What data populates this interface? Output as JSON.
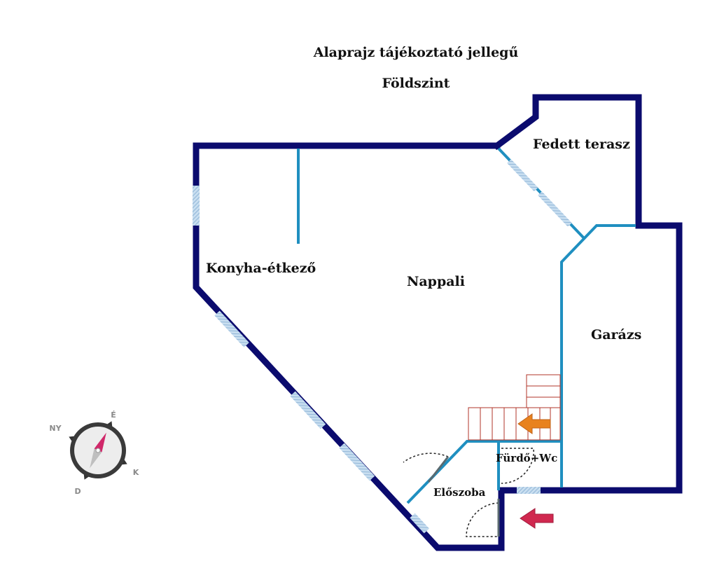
{
  "title": "Alaprajz tájékoztató jellegű",
  "subtitle": "Földszint",
  "rooms": {
    "terrace": "Fedett terasz",
    "kitchen": "Konyha-étkező",
    "living": "Nappali",
    "garage": "Garázs",
    "bathroom": "Fürdő+Wc",
    "hall": "Előszoba"
  },
  "compass": {
    "north": "É",
    "south": "D",
    "east": "K",
    "west": "NY"
  },
  "colors": {
    "outer_wall": "#0b0b6e",
    "inner_wall": "#1f8fc0",
    "window": "#a9cbe6",
    "stairs": "#b0342a",
    "arrow_stairs": "#e8821e",
    "arrow_entry": "#d0284f",
    "compass_needle": "#d0286a"
  }
}
